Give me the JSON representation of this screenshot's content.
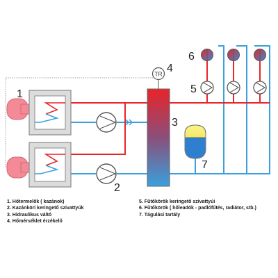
{
  "colors": {
    "hot": "#e8242a",
    "cold": "#3aa0dc",
    "boiler_fill": "#dcdcdc",
    "burner": "#f48a96",
    "tank": "#f5e64a"
  },
  "callouts": {
    "n1": "1",
    "n2": "2",
    "n3": "3",
    "n4": "4",
    "n5": "5",
    "n6": "6",
    "n7": "7",
    "tr": "TR"
  },
  "legend": {
    "left": [
      "1. Hőtermelők ( kazánok)",
      "2. Kazánköri keringető szivattyúk",
      "3. Hidraulikus váltó",
      "4. Hőmérséklet érzékelő"
    ],
    "right": [
      "5. Fűtőkörök keringető szivattyúi",
      "6. Fűtőkörök ( hőleadók - padlófűtés, radiátor, stb.)",
      "7. Tágulási tartály"
    ]
  }
}
